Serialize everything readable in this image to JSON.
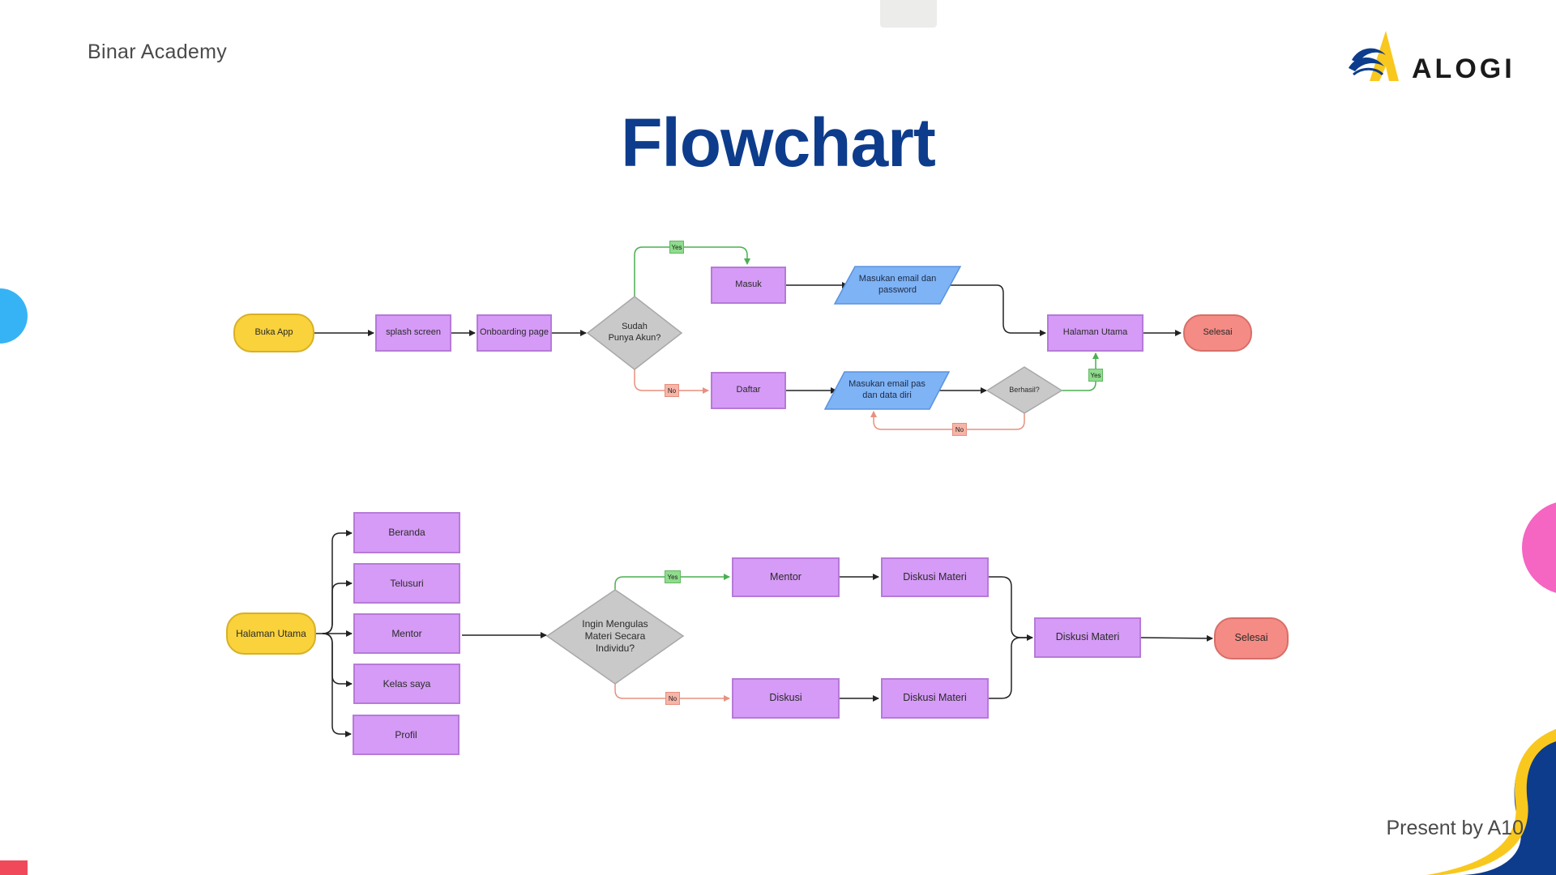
{
  "header": {
    "brand": "Binar Academy",
    "logo_text": "ALOGI",
    "presenter": "Present by A10"
  },
  "title": "Flowchart",
  "colors": {
    "title": "#0d3c8c",
    "process": "#d59bf6",
    "terminal_start": "#f9d23c",
    "terminal_end": "#f48b84",
    "io": "#7eb3f5",
    "decision": "#c9c9c9",
    "yes": "#8fdc8d",
    "no": "#f6b5a7"
  },
  "flow1": {
    "buka_app": "Buka App",
    "splash": "splash screen",
    "onboarding": "Onboarding page",
    "decision": "Sudah Punya Akun?",
    "yes": "Yes",
    "no": "No",
    "masuk": "Masuk",
    "input_login": "Masukan email dan password",
    "daftar": "Daftar",
    "input_daftar": "Masukan email pas dan data diri",
    "berhasil": "Berhasil?",
    "yes2": "Yes",
    "no2": "No",
    "halaman_utama": "Halaman Utama",
    "selesai": "Selesai"
  },
  "flow2": {
    "halaman_utama": "Halaman Utama",
    "menu": [
      "Beranda",
      "Telusuri",
      "Mentor",
      "Kelas saya",
      "Profil"
    ],
    "decision": "Ingin Mengulas Materi Secara Individu?",
    "yes": "Yes",
    "no": "No",
    "mentor": "Mentor",
    "diskusi_materi_top": "Diskusi Materi",
    "diskusi": "Diskusi",
    "diskusi_materi_bottom": "Diskusi Materi",
    "diskusi_materi_merge": "Diskusi Materi",
    "selesai": "Selesai"
  }
}
